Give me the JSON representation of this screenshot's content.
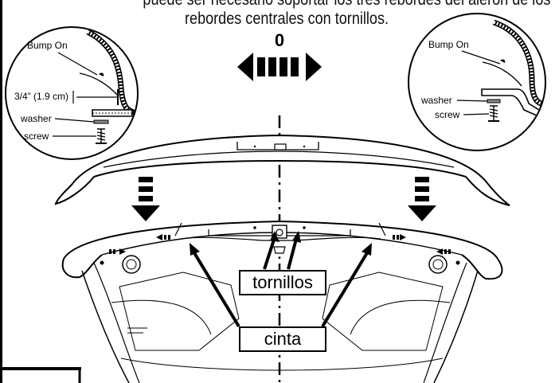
{
  "header": {
    "line1": "puede ser necesario soportar los tres rebordes del alerón de los",
    "line2": "rebordes centrales con tornillos."
  },
  "center_arrow_label": "0",
  "left_detail": {
    "bump_label": "Bump On",
    "dimension_label": "3/4” (1.9 cm)",
    "washer_label": "washer",
    "screw_label": "screw"
  },
  "right_detail": {
    "bump_label": "Bump On",
    "washer_label": "washer",
    "screw_label": "screw"
  },
  "callouts": {
    "screws_label": "tornillos",
    "tape_label": "cinta"
  }
}
